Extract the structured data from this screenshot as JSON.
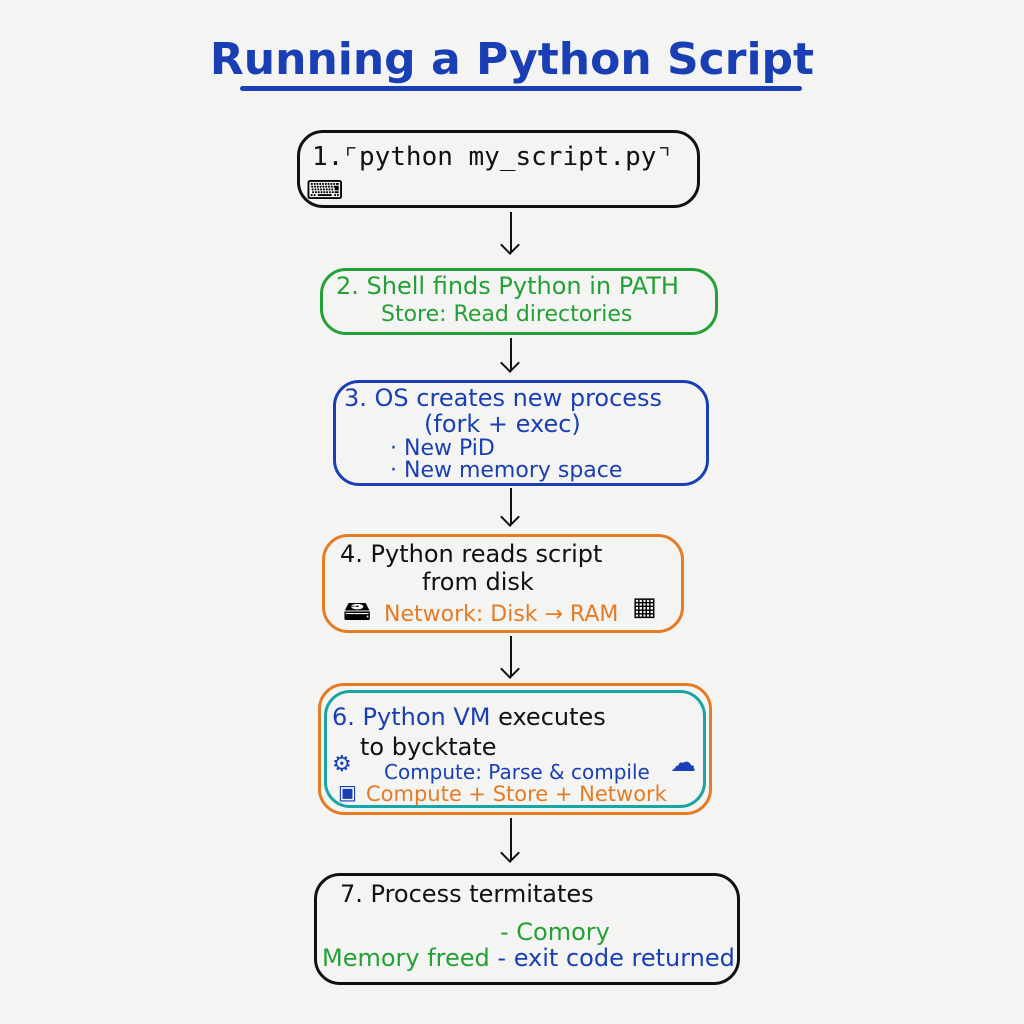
{
  "title": "Running a Python Script",
  "steps": {
    "s1": {
      "text": "1.⌜python my_script.py⌝"
    },
    "s2": {
      "line1": "2. Shell finds Python in PATH",
      "line2": "Store: Read directories"
    },
    "s3": {
      "line1": "3. OS creates new process",
      "line2": "(fork + exec)",
      "line3": "· New PiD",
      "line4": "· New memory space"
    },
    "s4": {
      "line1": "4. Python reads script",
      "line2": "from disk",
      "line3": "Network: Disk → RAM"
    },
    "s6": {
      "num": "6. Python VM",
      "rest": " executes",
      "line2": "to bycktate",
      "line3": "Compute: Parse & compile",
      "line4": "Compute + Store + Network"
    },
    "s7": {
      "line1": "7. Process termitates",
      "line2": "- Comory",
      "line3a": "Memory freed",
      "line3b": " - exit code returned"
    }
  },
  "colors": {
    "blue": "#1a3fb5",
    "green": "#24a037",
    "orange": "#e57b25",
    "teal": "#1aa5a5",
    "black": "#111111"
  }
}
